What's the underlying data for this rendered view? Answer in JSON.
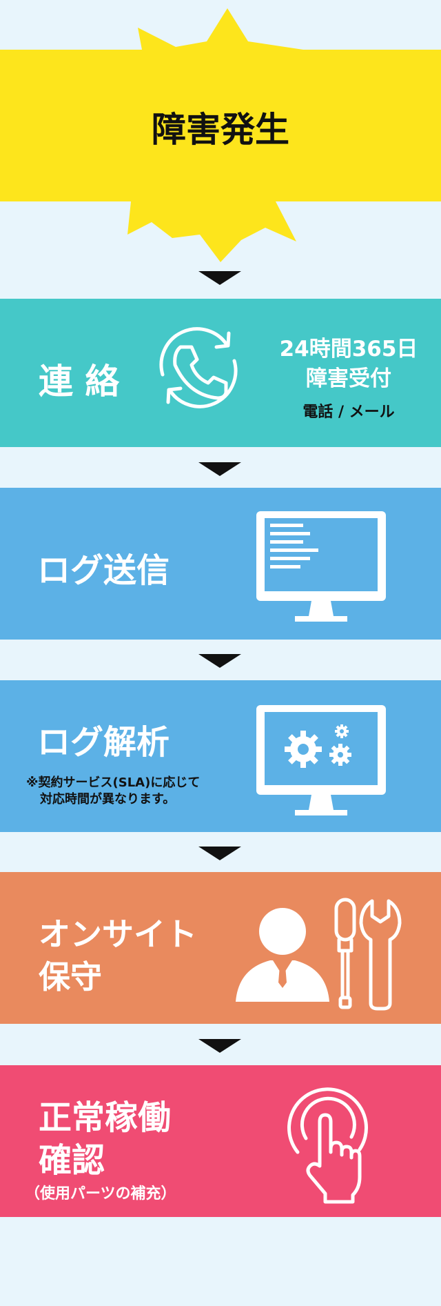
{
  "colors": {
    "background": "#e8f5fc",
    "burst": "#fde51c",
    "contact": "#45c8c8",
    "log_send": "#5cb1e6",
    "log_analysis": "#5cb1e6",
    "onsite": "#e98a5e",
    "confirm": "#f04c73"
  },
  "start": {
    "title": "障害発生"
  },
  "steps": [
    {
      "title": "連 絡",
      "icon": "phone-refresh-icon",
      "side_line1": "24時間365日",
      "side_line2": "障害受付",
      "side_line3": "電話 / メール"
    },
    {
      "title": "ログ送信",
      "icon": "monitor-document-icon"
    },
    {
      "title": "ログ解析",
      "icon": "monitor-gears-icon",
      "note_line1": "※契約サービス(SLA)に応じて",
      "note_line2": "対応時間が異なります。"
    },
    {
      "title_line1": "オンサイト",
      "title_line2": "保守",
      "icon_person": "engineer-icon",
      "icon_tools": "screwdriver-wrench-icon"
    },
    {
      "title_line1": "正常稼働",
      "title_line2": "確認",
      "sub": "（使用パーツの補充）",
      "icon": "tap-finger-icon"
    }
  ]
}
